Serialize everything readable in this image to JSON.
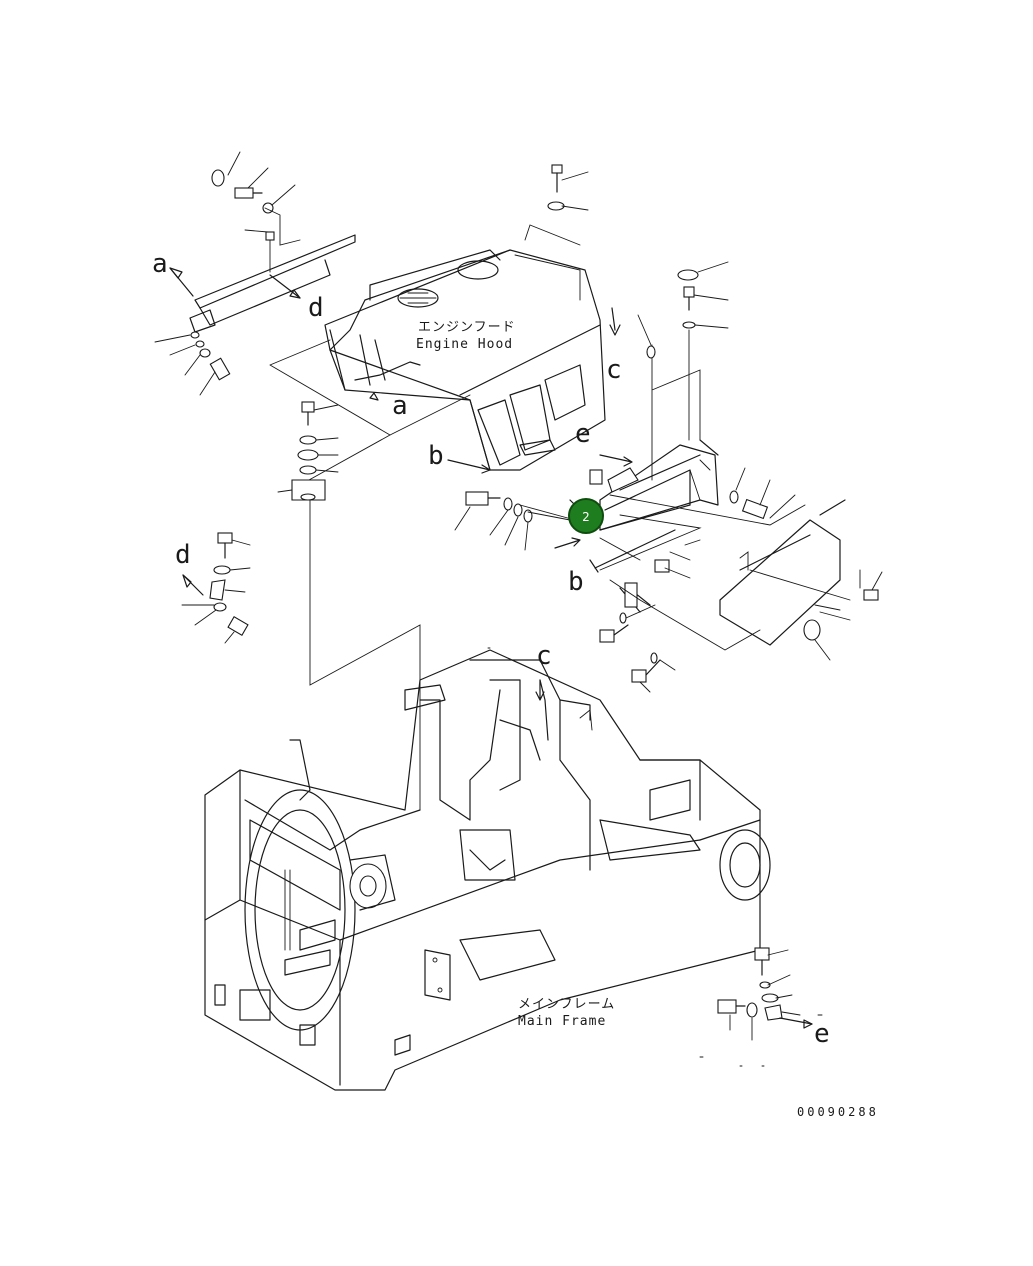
{
  "labels": {
    "engine_hood_jp": "エンジンフード",
    "engine_hood_en": "Engine Hood",
    "main_frame_jp": "メインフレーム",
    "main_frame_en": "Main Frame",
    "drawing_code": "00090288"
  },
  "reference_letters": {
    "a1": "a",
    "a2": "a",
    "b1": "b",
    "b2": "b",
    "c1": "c",
    "c2": "c",
    "d1": "d",
    "d2": "d",
    "e1": "e",
    "e2": "e"
  },
  "callout": {
    "number": "2",
    "color": "#1e7d1e"
  },
  "colors": {
    "line": "#1a1a1a",
    "background": "#ffffff"
  }
}
